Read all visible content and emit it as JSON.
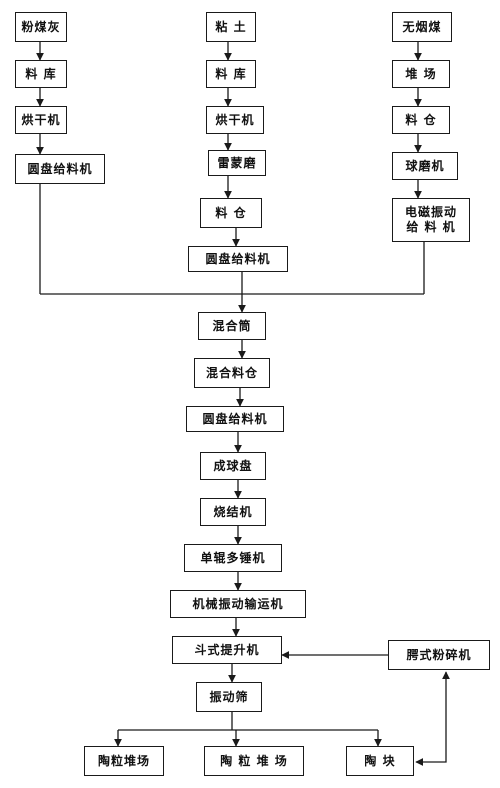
{
  "diagram": {
    "nodes": {
      "fly_ash": "粉煤灰",
      "fly_ash_store": "料 库",
      "fly_ash_dryer": "烘干机",
      "fly_ash_disc_feeder": "圆盘给料机",
      "clay": "粘 土",
      "clay_store": "料 库",
      "clay_dryer": "烘干机",
      "raymond_mill": "雷蒙磨",
      "clay_bin": "料 仓",
      "clay_disc_feeder": "圆盘给料机",
      "anthracite": "无烟煤",
      "coal_yard": "堆 场",
      "coal_bin": "料 仓",
      "ball_mill": "球磨机",
      "vibro_feeder_line1": "电磁振动",
      "vibro_feeder_line2": "给 料 机",
      "mixing_drum": "混合筒",
      "mix_bin": "混合料仓",
      "main_disc_feeder": "圆盘给料机",
      "pelletizer": "成球盘",
      "sintering_machine": "烧结机",
      "hammer_crusher": "单辊多锤机",
      "vibrating_conveyor": "机械振动输运机",
      "bucket_elevator": "斗式提升机",
      "jaw_crusher": "腭式粉碎机",
      "vibrating_screen": "振动筛",
      "ceramsite_yard_1": "陶粒堆场",
      "ceramsite_yard_2": "陶 粒 堆 场",
      "ceramic_lumps": "陶 块"
    },
    "edges": [
      [
        "fly_ash",
        "fly_ash_store"
      ],
      [
        "fly_ash_store",
        "fly_ash_dryer"
      ],
      [
        "fly_ash_dryer",
        "fly_ash_disc_feeder"
      ],
      [
        "clay",
        "clay_store"
      ],
      [
        "clay_store",
        "clay_dryer"
      ],
      [
        "clay_dryer",
        "raymond_mill"
      ],
      [
        "raymond_mill",
        "clay_bin"
      ],
      [
        "clay_bin",
        "clay_disc_feeder"
      ],
      [
        "anthracite",
        "coal_yard"
      ],
      [
        "coal_yard",
        "coal_bin"
      ],
      [
        "coal_bin",
        "ball_mill"
      ],
      [
        "ball_mill",
        "vibro_feeder"
      ],
      [
        "fly_ash_disc_feeder",
        "mixing_drum"
      ],
      [
        "clay_disc_feeder",
        "mixing_drum"
      ],
      [
        "vibro_feeder",
        "mixing_drum"
      ],
      [
        "mixing_drum",
        "mix_bin"
      ],
      [
        "mix_bin",
        "main_disc_feeder"
      ],
      [
        "main_disc_feeder",
        "pelletizer"
      ],
      [
        "pelletizer",
        "sintering_machine"
      ],
      [
        "sintering_machine",
        "hammer_crusher"
      ],
      [
        "hammer_crusher",
        "vibrating_conveyor"
      ],
      [
        "vibrating_conveyor",
        "bucket_elevator"
      ],
      [
        "bucket_elevator",
        "vibrating_screen"
      ],
      [
        "vibrating_screen",
        "ceramsite_yard_1"
      ],
      [
        "vibrating_screen",
        "ceramsite_yard_2"
      ],
      [
        "vibrating_screen",
        "ceramic_lumps"
      ],
      [
        "ceramic_lumps",
        "jaw_crusher"
      ],
      [
        "jaw_crusher",
        "bucket_elevator"
      ]
    ]
  }
}
